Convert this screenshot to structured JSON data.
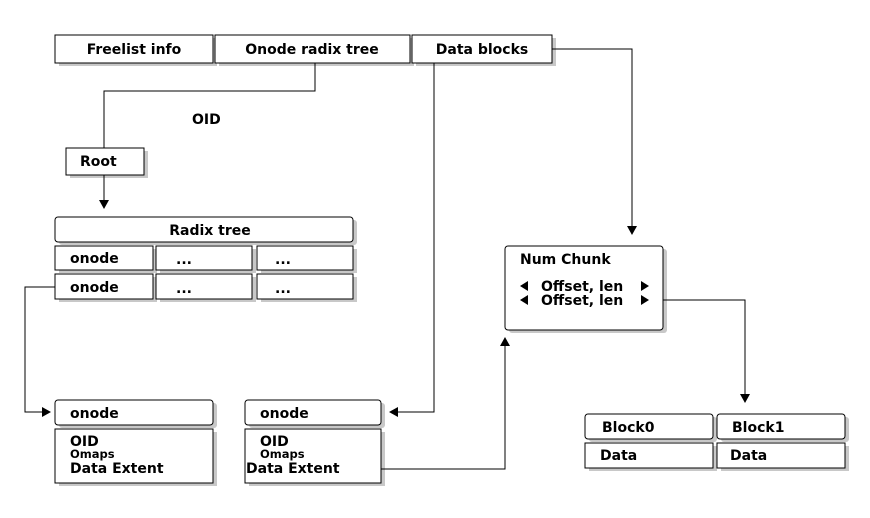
{
  "header": {
    "freelist_info": "Freelist info",
    "onode_radix_tree": "Onode radix tree",
    "data_blocks": "Data blocks"
  },
  "edge_label_oid": "OID",
  "root": "Root",
  "radix_tree": {
    "title": "Radix tree",
    "rows": [
      [
        "onode",
        "...",
        "..."
      ],
      [
        "onode",
        "...",
        "..."
      ]
    ]
  },
  "onode_left": {
    "title": "onode",
    "fields": [
      "OID",
      "Omaps",
      "Data Extent"
    ]
  },
  "onode_middle": {
    "title": "onode",
    "fields": [
      "OID",
      "Omaps",
      "Data Extent"
    ]
  },
  "num_chunk": {
    "title": "Num Chunk",
    "entries": [
      "Offset, len",
      "Offset, len"
    ]
  },
  "blocks": {
    "headers": [
      "Block0",
      "Block1"
    ],
    "cells": [
      "Data",
      "Data"
    ]
  }
}
